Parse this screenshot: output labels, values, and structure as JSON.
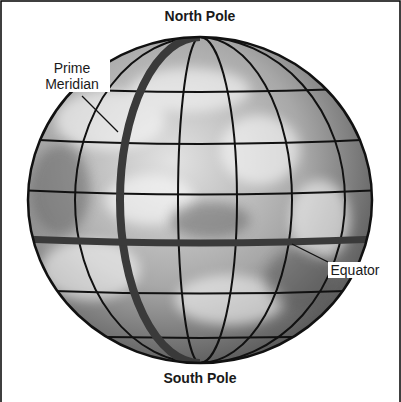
{
  "diagram": {
    "labels": [
      "North Pole",
      "Prime Meridian",
      "Equator",
      "South Pole"
    ]
  }
}
